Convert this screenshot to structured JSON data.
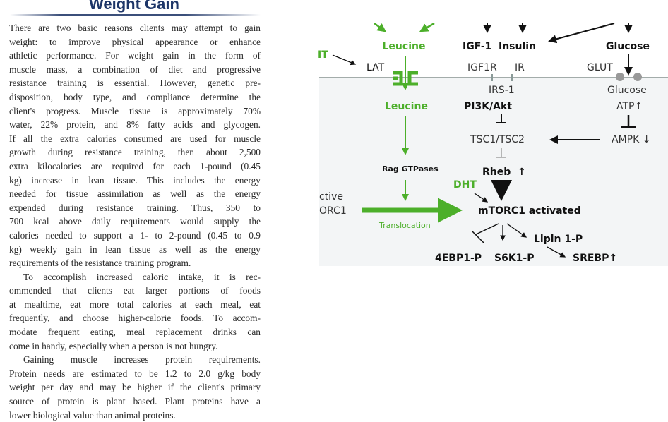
{
  "document": {
    "title": "Weight Gain",
    "lines": [
      "There are two basic reasons clients may attempt to gain",
      "weight: to improve physical appearance or enhance",
      "athletic performance. For weight gain in the form of",
      "muscle mass, a combination of diet and progressive",
      "resistance training is essential. However, genetic pre-",
      "disposition, body type, and compliance determine the",
      "client's progress. Muscle tissue is approximately 70%",
      "water, 22% protein, and 8% fatty acids and glycogen.",
      "If all the extra calories consumed are used for muscle",
      "growth during resistance training, then about 2,500",
      "extra kilocalories are required for each 1-pound (0.45",
      "kg) increase in lean tissue. This includes the energy",
      "needed for tissue assimilation as well as the energy",
      "expended during resistance training. Thus, 350 to",
      "700 kcal above daily requirements would supply the",
      "calories needed to support a 1- to 2-pound (0.45 to 0.9",
      "kg) weekly gain in lean tissue as well as the energy",
      "requirements of the resistance training program.",
      "To accomplish increased caloric intake, it is rec-",
      "ommended that clients eat larger portions of foods",
      "at mealtime, eat more total calories at each meal, eat",
      "frequently, and choose higher-calorie foods. To accom-",
      "modate frequent eating, meal replacement drinks can",
      "come in handy, especially when a person is not hungry.",
      "Gaining muscle increases protein requirements.",
      "Protein needs are estimated to be 1.2 to 2.0 g/kg body",
      "weight per day and may be higher if the client's primary",
      "source of protein is plant based. Plant proteins have a",
      "lower biological value than animal proteins."
    ]
  },
  "diagram": {
    "leucine_top": "Leucine",
    "it": "IT",
    "lat": "LAT",
    "igf1": "IGF-1",
    "insulin": "Insulin",
    "glucose_top": "Glucose",
    "igf1r": "IGF1R",
    "ir": "IR",
    "glut": "GLUT",
    "irs1": "IRS-1",
    "glucose_in": "Glucose",
    "leucine_in": "Leucine",
    "pi3k": "PI3K/Akt",
    "atp": "ATP↑",
    "tsc": "TSC1/TSC2",
    "ampk": "AMPK ↓",
    "rag": "Rag GTPases",
    "rheb": "Rheb  ↑",
    "dht": "DHT",
    "inactive1": "ctive",
    "inactive2": "ORC1",
    "mtorc1": "mTORC1 activated",
    "translocation": "Translocation",
    "lipin": "Lipin 1-P",
    "4ebp1": "4EBP1-P",
    "s6k1": "S6K1-P",
    "srebp": "SREBP↑",
    "colors": {
      "green": "#4caf2a",
      "black": "#111111",
      "membrane": "#6c7a78",
      "cell_bg": "#f3f5f6"
    }
  }
}
